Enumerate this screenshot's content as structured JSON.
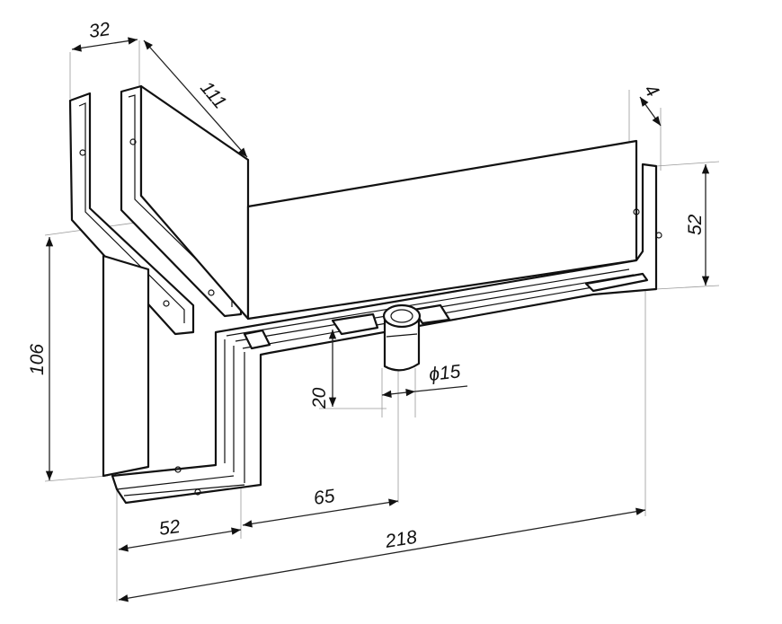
{
  "drawing": {
    "title": "Glass door corner patch fitting with pivot",
    "dimensions": {
      "top_width": "32",
      "depth": "111",
      "glass_gap": "4",
      "right_height": "52",
      "left_height": "106",
      "pin_height": "20",
      "pin_diameter": "ϕ15",
      "pivot_offset": "65",
      "bottom_left_width": "52",
      "overall_length": "218"
    },
    "colors": {
      "line": "#111111",
      "extension": "#999999"
    }
  }
}
